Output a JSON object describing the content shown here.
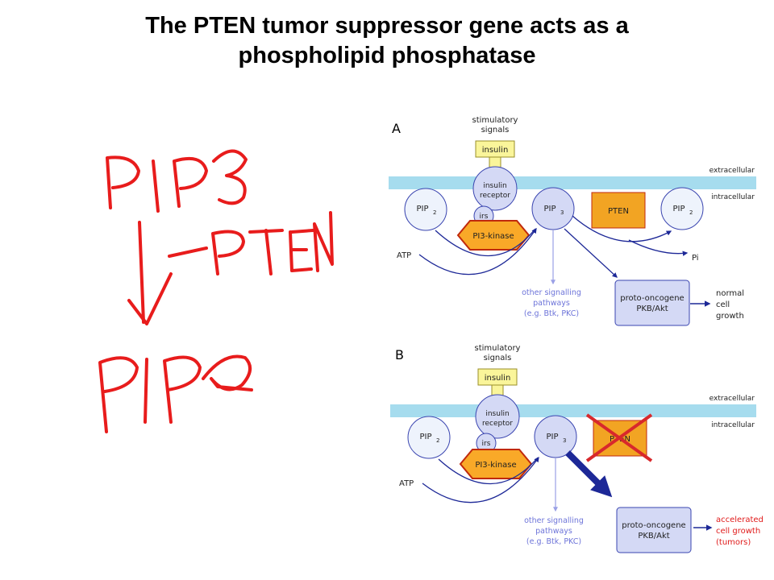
{
  "slide": {
    "title_line1": "The PTEN tumor suppressor gene acts as a",
    "title_line2": "phospholipid phosphatase"
  },
  "handwritten_notes": {
    "line1": "PIP3",
    "line2": "PTEN",
    "line3": "PIP2"
  },
  "colors": {
    "membrane": "#a6dcee",
    "molecule_fill": "#d4d9f5",
    "molecule_stroke": "#3a45b0",
    "insulin_fill": "#faf59a",
    "kinase_fill": "#f9a928",
    "pten_fill": "#f2a423",
    "arrow": "#1d2897",
    "pale_arrow": "#9aa0e6",
    "pale_text": "#6d74d9",
    "ink_red": "#e81c1c"
  },
  "panel_a": {
    "label": "A",
    "stim_line1": "stimulatory",
    "stim_line2": "signals",
    "insulin": "insulin",
    "receptor_line1": "insulin",
    "receptor_line2": "receptor",
    "extracellular": "extracellular",
    "intracellular": "intracellular",
    "pip2_left": "PIP",
    "pip2_left_sub": "2",
    "irs": "irs",
    "kinase": "PI3-kinase",
    "pip3": "PIP",
    "pip3_sub": "3",
    "pten": "PTEN",
    "pip2_right": "PIP",
    "pip2_right_sub": "2",
    "atp": "ATP",
    "pi": "Pi",
    "other_line1": "other signalling",
    "other_line2": "pathways",
    "other_line3": "(e.g. Btk, PKC)",
    "proto_line1": "proto-oncogene",
    "proto_line2": "PKB/Akt",
    "outcome_line1": "normal",
    "outcome_line2": "cell",
    "outcome_line3": "growth"
  },
  "panel_b": {
    "label": "B",
    "stim_line1": "stimulatory",
    "stim_line2": "signals",
    "insulin": "insulin",
    "receptor_line1": "insulin",
    "receptor_line2": "receptor",
    "extracellular": "extracellular",
    "intracellular": "intracellular",
    "pip2_left": "PIP",
    "pip2_left_sub": "2",
    "irs": "irs",
    "kinase": "PI3-kinase",
    "pip3": "PIP",
    "pip3_sub": "3",
    "pten": "PTEN",
    "atp": "ATP",
    "other_line1": "other signalling",
    "other_line2": "pathways",
    "other_line3": "(e.g. Btk, PKC)",
    "proto_line1": "proto-oncogene",
    "proto_line2": "PKB/Akt",
    "outcome_line1": "accelerated",
    "outcome_line2": "cell growth",
    "outcome_line3": "(tumors)"
  }
}
